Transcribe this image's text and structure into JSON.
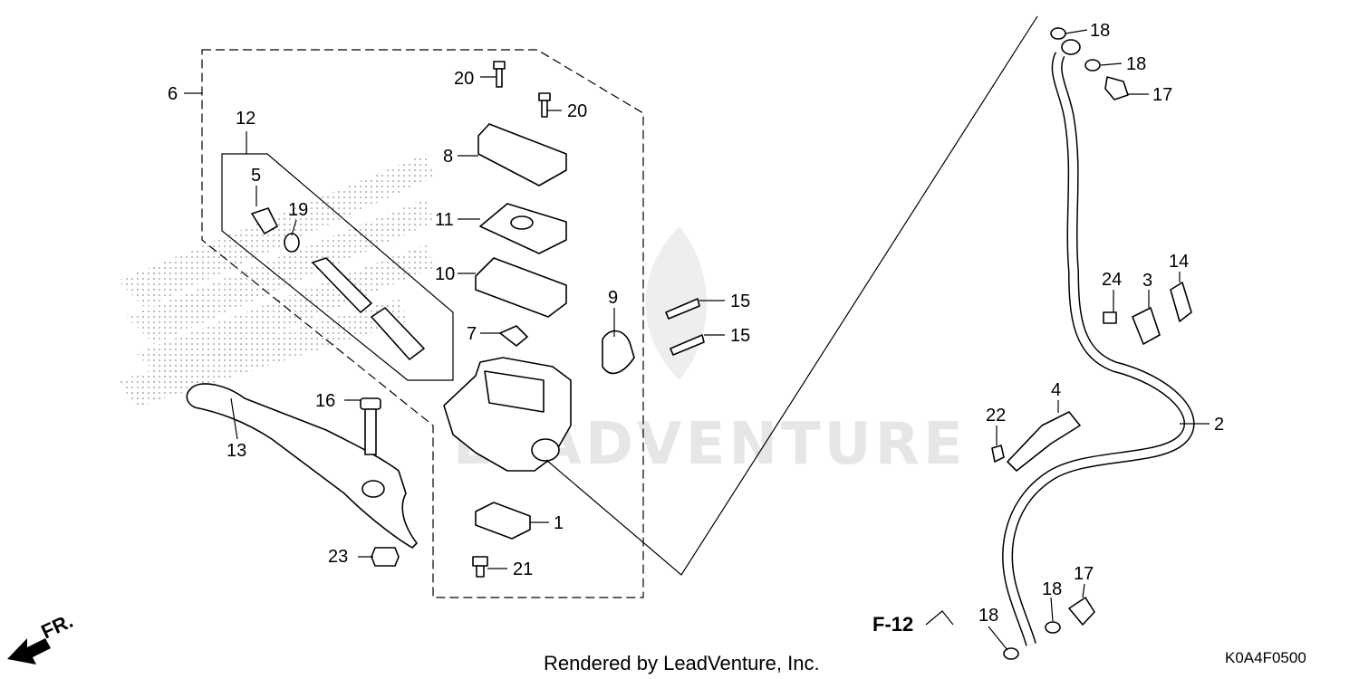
{
  "watermark": {
    "text": "LEADVENTURE"
  },
  "footer": {
    "rendered_by": "Rendered by LeadVenture, Inc."
  },
  "diagram_code": "K0A4F0500",
  "front_indicator": "FR.",
  "figure_reference": "F-12",
  "callouts": {
    "c1": "1",
    "c2": "2",
    "c3": "3",
    "c4": "4",
    "c5": "5",
    "c6": "6",
    "c7": "7",
    "c8": "8",
    "c9": "9",
    "c10": "10",
    "c11": "11",
    "c12": "12",
    "c13": "13",
    "c14": "14",
    "c15a": "15",
    "c15b": "15",
    "c16": "16",
    "c17a": "17",
    "c17b": "17",
    "c18a": "18",
    "c18b": "18",
    "c18c": "18",
    "c18d": "18",
    "c19": "19",
    "c20a": "20",
    "c20b": "20",
    "c21": "21",
    "c22": "22",
    "c23": "23",
    "c24": "24"
  }
}
